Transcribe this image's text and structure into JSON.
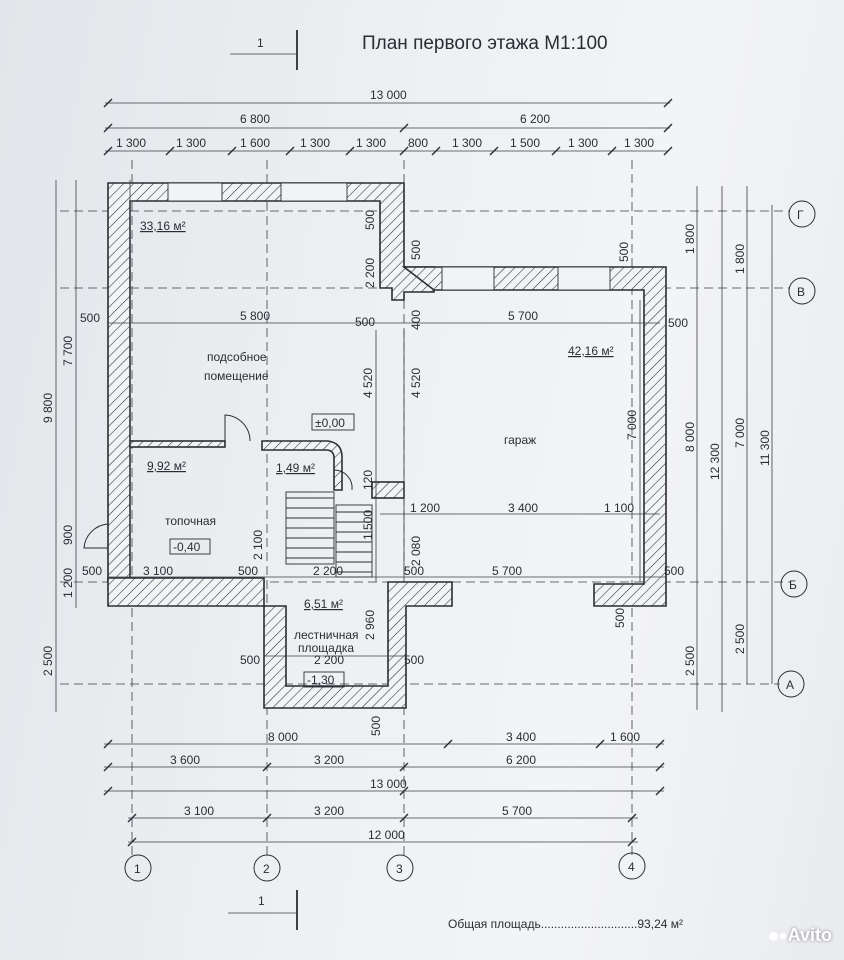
{
  "title": "План первого этажа   М1:100",
  "section_mark": "1",
  "rooms": [
    {
      "id": "r1",
      "name": "",
      "area": "33,16 м²"
    },
    {
      "id": "r2",
      "name": "подсобное\nпомещение"
    },
    {
      "id": "r3",
      "area": "42,16 м²"
    },
    {
      "id": "r4",
      "name": "гараж"
    },
    {
      "id": "r5",
      "area": "9,92 м²"
    },
    {
      "id": "r6",
      "name": "топочная"
    },
    {
      "id": "r7",
      "area": "1,49 м²"
    },
    {
      "id": "r8",
      "area": "6,51 м²"
    },
    {
      "id": "r9",
      "name": "лестничная\nплощадка"
    }
  ],
  "levels": [
    "±0,00",
    "-0,40",
    "-1,30"
  ],
  "axes_vertical": [
    "1",
    "2",
    "3",
    "4"
  ],
  "axes_horizontal": [
    "Г",
    "В",
    "Б",
    "А"
  ],
  "top_dims": {
    "total": "13 000",
    "parts": [
      "6 800",
      "6 200"
    ],
    "segments": [
      "1 300",
      "1 300",
      "1 600",
      "1 300",
      "1 300",
      "800",
      "1 300",
      "1 500",
      "1 300",
      "1 300"
    ]
  },
  "bottom_dims": {
    "row1": [
      "8 000",
      "3 400",
      "1 600"
    ],
    "row2": [
      "3 600",
      "3 200",
      "6 200"
    ],
    "row2_total": "13 000",
    "row3": [
      "3 100",
      "3 200",
      "5 700"
    ],
    "row3_total": "12 000"
  },
  "left_dims": [
    "9 800",
    "7 700",
    "900",
    "1 200",
    "2 500",
    "500",
    "500"
  ],
  "right_dims": [
    "1 800",
    "1 800",
    "8 000",
    "12 300",
    "7 000",
    "11 300",
    "2 500",
    "2 500",
    "7 000"
  ],
  "interior_dims": [
    "5 800",
    "5 700",
    "4 520",
    "4 520",
    "3 100",
    "2 200",
    "5 700",
    "3 400",
    "1 200",
    "1 100",
    "2 200",
    "2 200",
    "2 960",
    "2 080",
    "1 500",
    "2 100",
    "500",
    "400",
    "120",
    "500"
  ],
  "total_area_label": "Общая площадь.............................93,24 м²",
  "watermark": "Avito"
}
